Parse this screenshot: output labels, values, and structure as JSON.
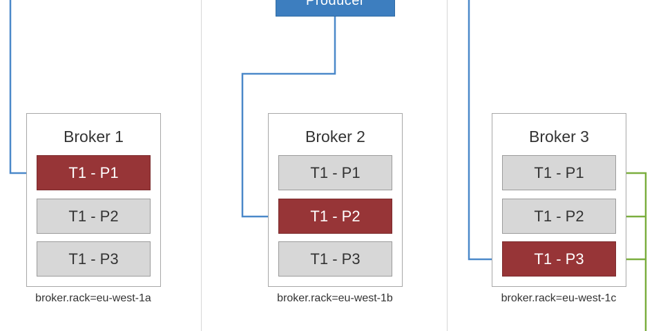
{
  "producer": {
    "label": "Producer"
  },
  "brokers": [
    {
      "title": "Broker 1",
      "rack": "broker.rack=eu-west-1a",
      "partitions": [
        {
          "label": "T1 - P1",
          "leader": true
        },
        {
          "label": "T1 - P2",
          "leader": false
        },
        {
          "label": "T1 - P3",
          "leader": false
        }
      ]
    },
    {
      "title": "Broker 2",
      "rack": "broker.rack=eu-west-1b",
      "partitions": [
        {
          "label": "T1 - P1",
          "leader": false
        },
        {
          "label": "T1 - P2",
          "leader": true
        },
        {
          "label": "T1 - P3",
          "leader": false
        }
      ]
    },
    {
      "title": "Broker 3",
      "rack": "broker.rack=eu-west-1c",
      "partitions": [
        {
          "label": "T1 - P1",
          "leader": false
        },
        {
          "label": "T1 - P2",
          "leader": false
        },
        {
          "label": "T1 - P3",
          "leader": true
        }
      ]
    }
  ],
  "colors": {
    "producer_bg": "#3d7ebf",
    "leader_partition": "#973537",
    "follower_partition": "#d7d7d7",
    "producer_arrow": "#4a88c9",
    "consumer_line": "#7aae3e"
  }
}
